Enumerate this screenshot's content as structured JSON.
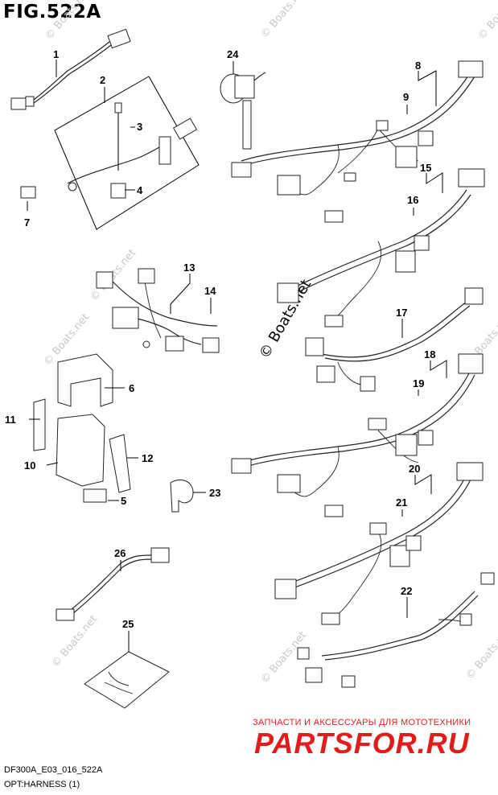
{
  "figure": {
    "title": "FIG.522A",
    "model_code": "DF300A_E03_016_522A",
    "caption": "OPT:HARNESS (1)"
  },
  "callouts": [
    "1",
    "2",
    "3",
    "4",
    "5",
    "6",
    "7",
    "8",
    "9",
    "10",
    "11",
    "12",
    "13",
    "14",
    "15",
    "16",
    "17",
    "18",
    "19",
    "20",
    "21",
    "22",
    "23",
    "24",
    "25",
    "26"
  ],
  "watermark": {
    "main": "© Boats.net",
    "repeat": "© Boats.net"
  },
  "brand": {
    "tagline": "ЗАПЧАСТИ И АКСЕССУАРЫ ДЛЯ МОТОТЕХНИКИ",
    "logo": "PARTSFOR.RU",
    "color": "#e21b1b"
  }
}
